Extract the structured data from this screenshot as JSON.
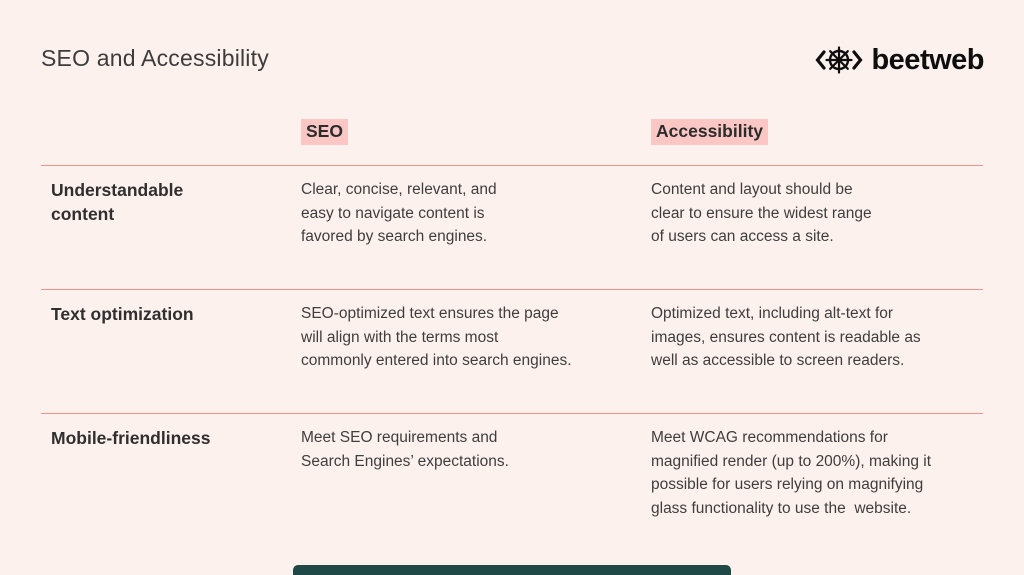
{
  "page": {
    "title": "SEO and Accessibility",
    "background_color": "#fdf1ee"
  },
  "logo": {
    "brand": "beetweb",
    "icon": "helm-wheel-in-angle-brackets",
    "color": "#0e0e0e"
  },
  "colors": {
    "highlight": "#fac7c4",
    "divider": "#f0918a",
    "progress": "#1e4947",
    "text_dark": "#2f2f2f",
    "text_body": "#3e3e3e"
  },
  "table": {
    "columns": [
      {
        "label": "SEO"
      },
      {
        "label": "Accessibility"
      }
    ],
    "rows": [
      {
        "label": "Understandable\ncontent",
        "seo": "Clear, concise, relevant, and\neasy to navigate content is\nfavored by search engines.",
        "accessibility": "Content and layout should be\nclear to ensure the widest range\nof users can access a site."
      },
      {
        "label": "Text optimization",
        "seo": "SEO-optimized text ensures the page\nwill align with the terms most\ncommonly entered into search engines.",
        "accessibility": "Optimized text, including alt-text for\nimages, ensures content is readable as\nwell as accessible to screen readers."
      },
      {
        "label": "Mobile-friendliness",
        "seo": "Meet SEO requirements and\nSearch Engines’ expectations.",
        "accessibility": "Meet WCAG recommendations for\nmagnified render (up to 200%), making it\npossible for users relying on magnifying\nglass functionality to use the  website."
      }
    ]
  },
  "footer": {
    "progress_indicator": "slide-progress-bar"
  }
}
